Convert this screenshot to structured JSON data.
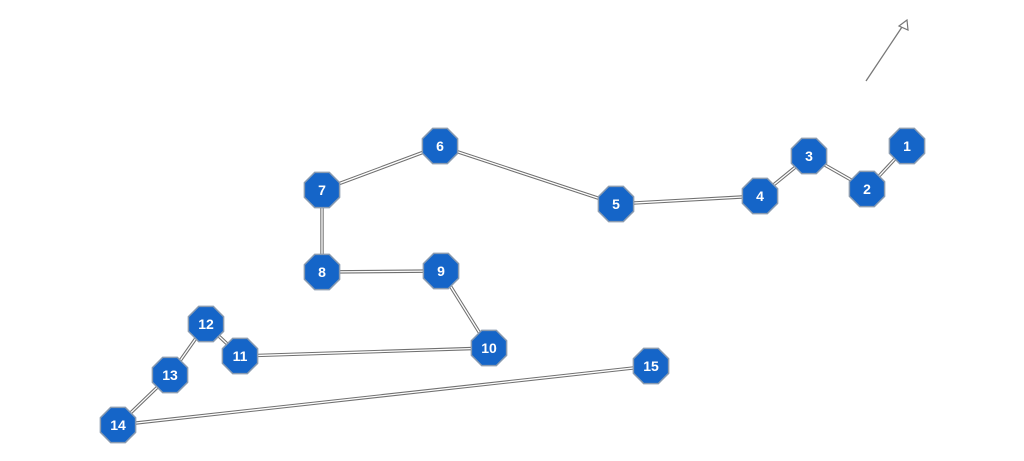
{
  "colors": {
    "node_fill": "#1565c8",
    "node_stroke": "#8a9bb0",
    "edge": "#707070",
    "background": "#ffffff"
  },
  "icons": {
    "north_arrow": "arrow-icon"
  },
  "nodes": [
    {
      "id": "1",
      "label": "1"
    },
    {
      "id": "2",
      "label": "2"
    },
    {
      "id": "3",
      "label": "3"
    },
    {
      "id": "4",
      "label": "4"
    },
    {
      "id": "5",
      "label": "5"
    },
    {
      "id": "6",
      "label": "6"
    },
    {
      "id": "7",
      "label": "7"
    },
    {
      "id": "8",
      "label": "8"
    },
    {
      "id": "9",
      "label": "9"
    },
    {
      "id": "10",
      "label": "10"
    },
    {
      "id": "11",
      "label": "11"
    },
    {
      "id": "12",
      "label": "12"
    },
    {
      "id": "13",
      "label": "13"
    },
    {
      "id": "14",
      "label": "14"
    },
    {
      "id": "15",
      "label": "15"
    }
  ],
  "edges": [
    [
      "1",
      "2"
    ],
    [
      "2",
      "3"
    ],
    [
      "3",
      "4"
    ],
    [
      "4",
      "5"
    ],
    [
      "5",
      "6"
    ],
    [
      "6",
      "7"
    ],
    [
      "7",
      "8"
    ],
    [
      "8",
      "9"
    ],
    [
      "9",
      "10"
    ],
    [
      "10",
      "11"
    ],
    [
      "11",
      "12"
    ],
    [
      "12",
      "13"
    ],
    [
      "13",
      "14"
    ],
    [
      "14",
      "15"
    ]
  ]
}
